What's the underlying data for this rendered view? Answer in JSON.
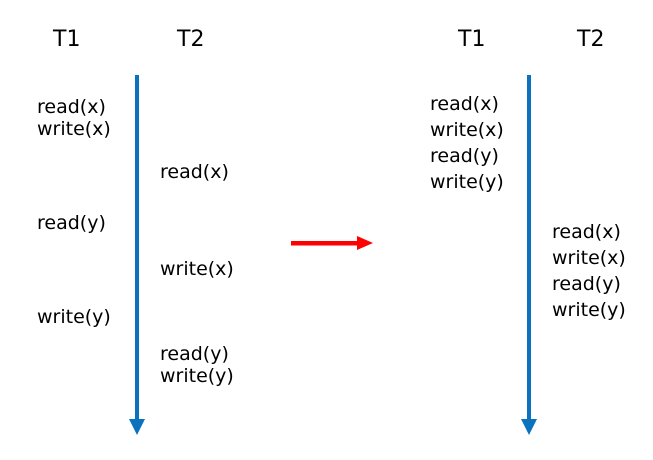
{
  "colors": {
    "timeline_arrow": "#0B72BE",
    "transform_arrow": "#FE0000",
    "text": "#000000",
    "background": "#FFFFFF"
  },
  "left_schedule": {
    "t1_label": "T1",
    "t2_label": "T2",
    "t1_ops": [
      "read(x)",
      "write(x)",
      "read(y)",
      "write(y)"
    ],
    "t2_ops": [
      "read(x)",
      "write(x)",
      "read(y)",
      "write(y)"
    ]
  },
  "right_schedule": {
    "t1_label": "T1",
    "t2_label": "T2",
    "t1_ops": [
      "read(x)",
      "write(x)",
      "read(y)",
      "write(y)"
    ],
    "t2_ops": [
      "read(x)",
      "write(x)",
      "read(y)",
      "write(y)"
    ]
  }
}
